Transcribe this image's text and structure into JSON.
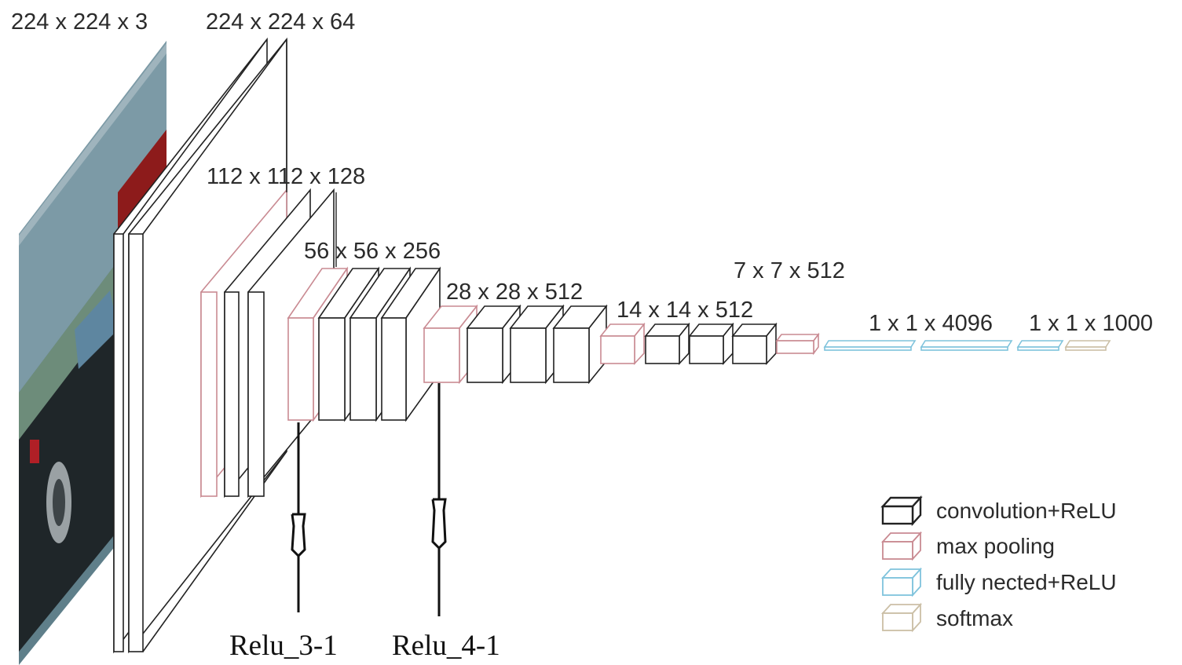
{
  "dimension_labels": {
    "input": "224 x 224 x 3",
    "conv1": "224 x 224 x 64",
    "conv2": "112 x 112 x 128",
    "conv3": "56 x 56 x 256",
    "conv4": "28 x 28 x 512",
    "conv5": "14 x 14 x 512",
    "pool5": "7 x 7 x 512",
    "fc": "1 x 1 x 4096",
    "output": "1 x 1 x 1000"
  },
  "taps": {
    "relu_3_1": "Relu_3-1",
    "relu_4_1": "Relu_4-1"
  },
  "legend": [
    {
      "kind": "conv",
      "label": "convolution+ReLU",
      "color": "#222222"
    },
    {
      "kind": "pool",
      "label": "max pooling",
      "color": "#c98a92"
    },
    {
      "kind": "fc",
      "label": "fully nected+ReLU",
      "color": "#7fc3dc"
    },
    {
      "kind": "softmax",
      "label": "softmax",
      "color": "#cbbfa6"
    }
  ],
  "colors": {
    "conv": "#222222",
    "pool": "#c98a92",
    "fc": "#7fc3dc",
    "softmax": "#cbbfa6"
  }
}
